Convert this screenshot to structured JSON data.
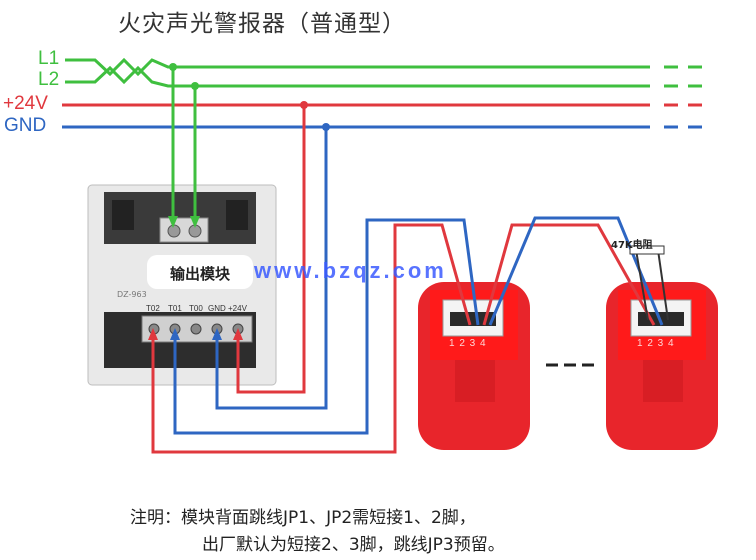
{
  "title": "火灾声光警报器（普通型）",
  "rails": {
    "l1": "L1",
    "l2": "L2",
    "v24": "+24V",
    "gnd": "GND"
  },
  "module": {
    "label": "输出模块",
    "model": "DZ-963",
    "terminals": [
      "T02",
      "T01",
      "T00",
      "GND",
      "+24V"
    ]
  },
  "device_pins": "1 2 3 4",
  "resistor_label": "47K电阻",
  "watermark": "www.bzqz.com",
  "notes": {
    "line1": "注明：模块背面跳线JP1、JP2需短接1、2脚，",
    "line2": "出厂默认为短接2、3脚，跳线JP3预留。"
  },
  "colors": {
    "green": "#3fbf3f",
    "red": "#e0383e",
    "blue": "#2e66c2",
    "device": "#e8252b"
  }
}
